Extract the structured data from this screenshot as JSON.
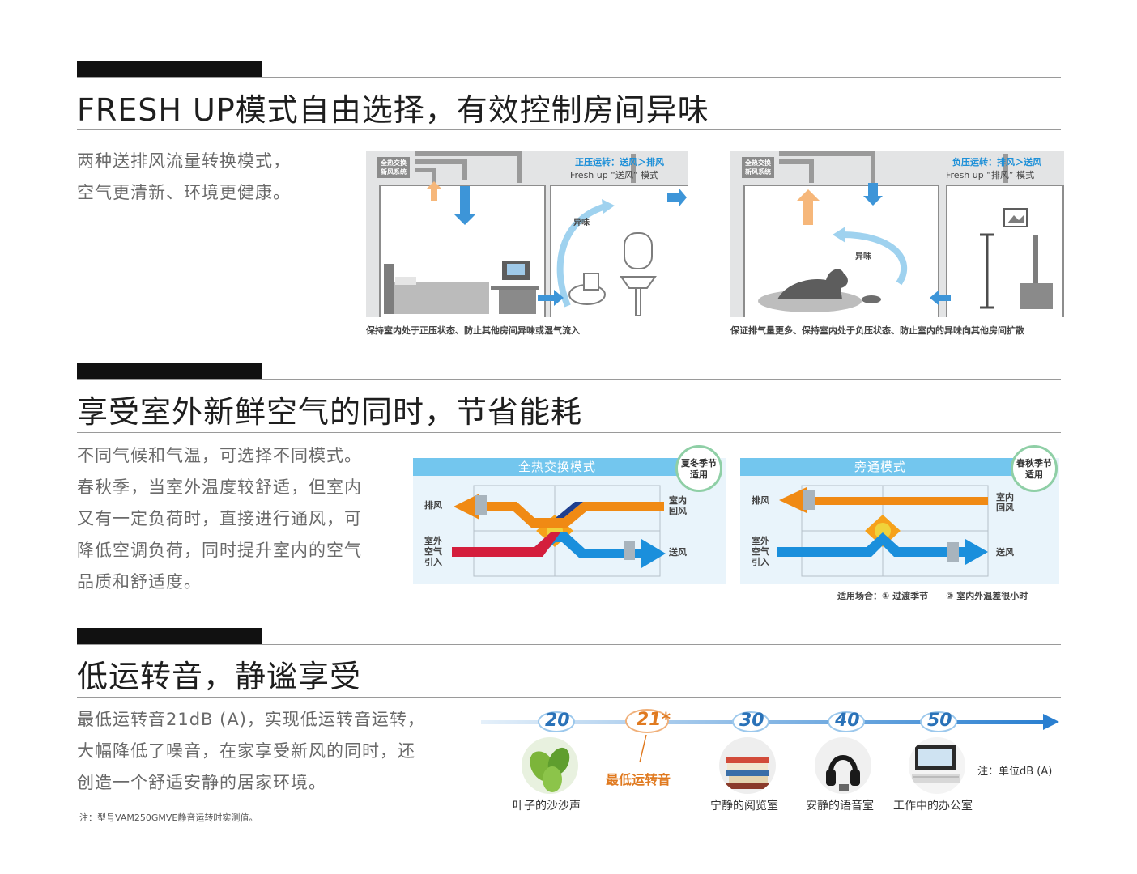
{
  "section1": {
    "title": "FRESH UP模式自由选择，有效控制房间异味",
    "lines": [
      "两种送排风流量转换模式，",
      "空气更清新、环境更健康。"
    ],
    "panel_left": {
      "tag": [
        "全热交换",
        "新风系统"
      ],
      "title": "正压运转：送风＞排风",
      "subtitle": "Fresh up “送风” 模式",
      "odor": "异味",
      "caption": "保持室内处于正压状态、防止其他房间异味或湿气流入"
    },
    "panel_right": {
      "tag": [
        "全热交换",
        "新风系统"
      ],
      "title": "负压运转：排风＞送风",
      "subtitle": "Fresh up “排风” 模式",
      "odor": "异味",
      "caption": "保证排气量更多、保持室内处于负压状态、防止室内的异味向其他房间扩散"
    }
  },
  "section2": {
    "title": "享受室外新鲜空气的同时，节省能耗",
    "lines": [
      "不同气候和气温，可选择不同模式。",
      "春秋季，当室外温度较舒适，但室内",
      "又有一定负荷时，直接进行通风，可",
      "降低空调负荷，同时提升室内的空气",
      "品质和舒适度。"
    ],
    "mode_left": {
      "header": "全热交换模式",
      "season": [
        "夏冬季节",
        "适用"
      ],
      "exhaust": "排风",
      "return": [
        "室内",
        "回风"
      ],
      "intake": [
        "室外",
        "空气",
        "引入"
      ],
      "supply": "送风"
    },
    "mode_right": {
      "header": "旁通模式",
      "season": [
        "春秋季节",
        "适用"
      ],
      "exhaust": "排风",
      "return": [
        "室内",
        "回风"
      ],
      "intake": [
        "室外",
        "空气",
        "引入"
      ],
      "supply": "送风"
    },
    "note": "适用场合：① 过渡季节　　② 室内外温差很小时"
  },
  "section3": {
    "title": "低运转音，静谧享受",
    "lines": [
      "最低运转音21dB (A)，实现低运转音运转，",
      "大幅降低了噪音，在家享受新风的同时，还",
      "创造一个舒适安静的居家环境。"
    ],
    "footnote": "注：型号VAM250GMVE静音运转时实测值。",
    "scale": [
      {
        "value": "20",
        "label": "叶子的沙沙声"
      },
      {
        "value": "21*",
        "label": "最低运转音"
      },
      {
        "value": "30",
        "label": "宁静的阅览室"
      },
      {
        "value": "40",
        "label": "安静的语音室"
      },
      {
        "value": "50",
        "label": "工作中的办公室"
      }
    ],
    "unit": "注：单位dB (A)"
  },
  "colors": {
    "orange": "#f08a14",
    "blue": "#1a8fdc",
    "navy": "#1f3f8f",
    "red": "#d41e3c",
    "light_blue": "#73c6ee"
  }
}
